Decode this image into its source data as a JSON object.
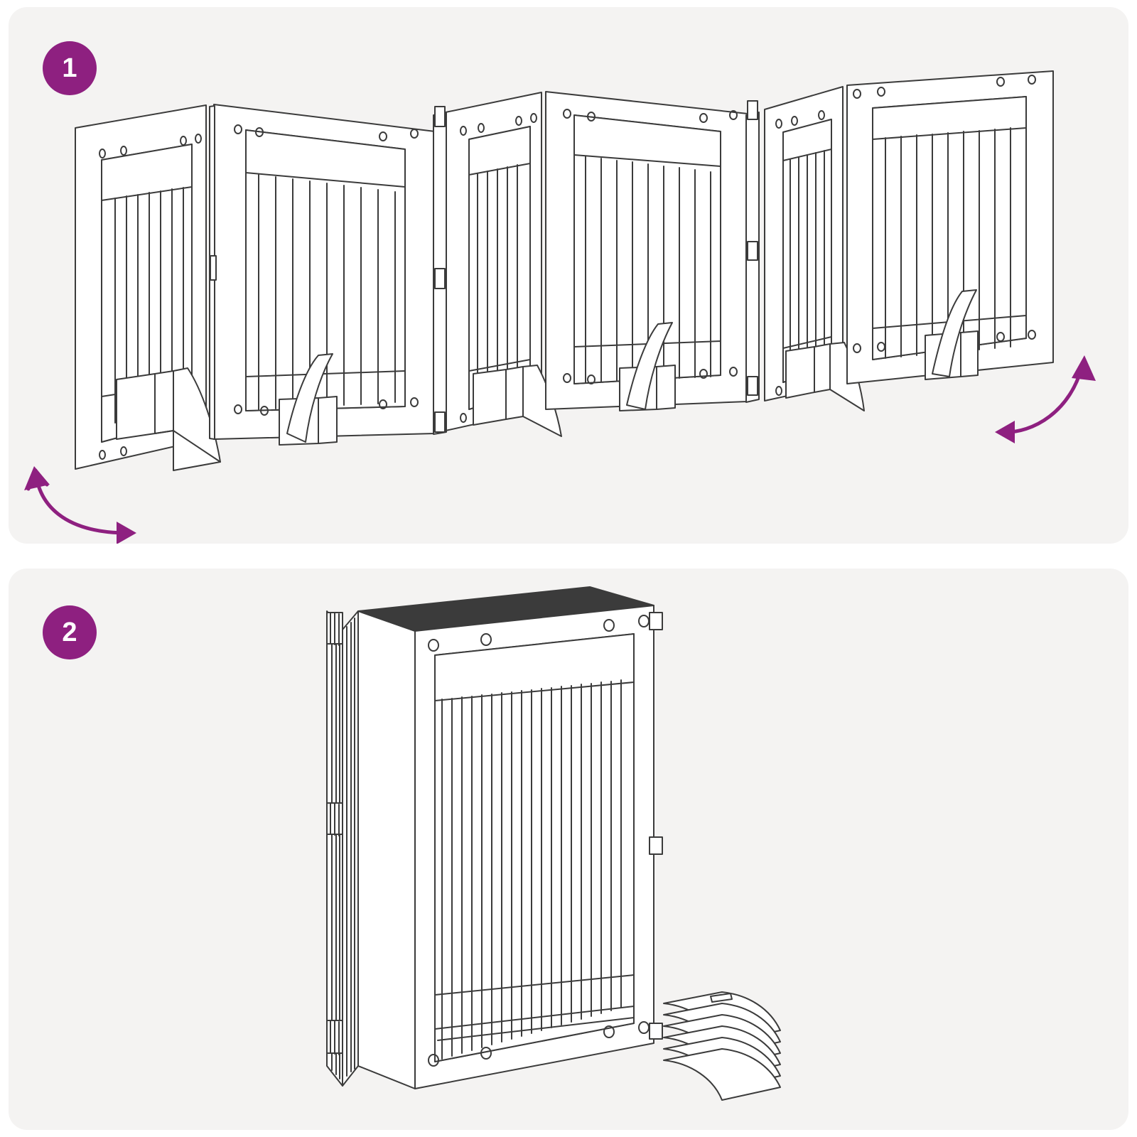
{
  "document": {
    "type": "assembly-instruction-diagram",
    "product": "folding wooden pet gate / room divider",
    "background_color": "#ffffff",
    "panel_background_color": "#f4f3f2",
    "accent_color": "#8e2080",
    "line_color": "#3b3b3b"
  },
  "steps": [
    {
      "number": "1",
      "badge_label": "1",
      "illustration_name": "unfolded-multi-panel-gate",
      "description_visible": false,
      "arrows": [
        {
          "name": "fold-arrow-left",
          "direction": "double-headed-curved",
          "position": "bottom-left"
        },
        {
          "name": "fold-arrow-right",
          "direction": "double-headed-curved",
          "position": "bottom-right"
        }
      ]
    },
    {
      "number": "2",
      "badge_label": "2",
      "illustration_name": "folded-gate-stack-with-feet",
      "description_visible": false,
      "arrows": []
    }
  ]
}
